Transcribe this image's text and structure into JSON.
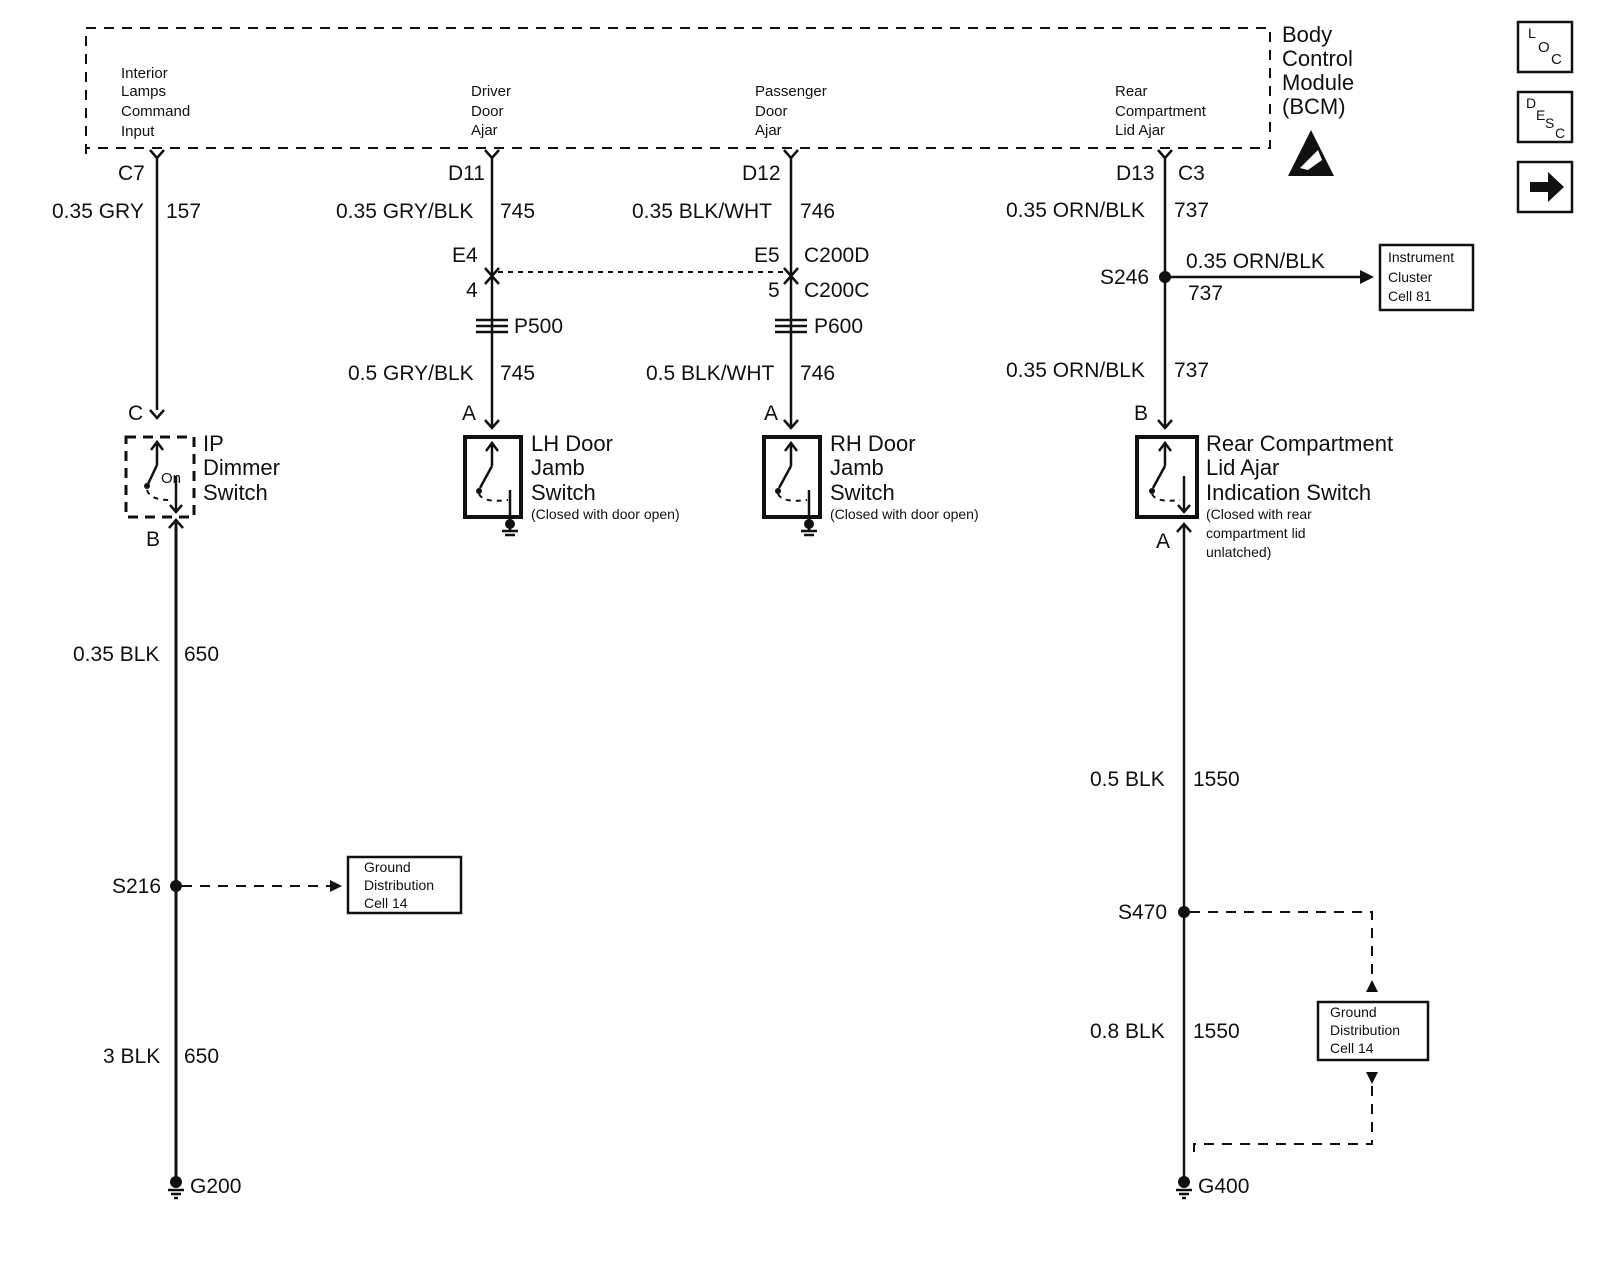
{
  "bcm": {
    "title_lines": [
      "Body",
      "Control",
      "Module",
      "(BCM)"
    ],
    "inputs": {
      "interior": [
        "Interior",
        "Lamps",
        "Command",
        "Input"
      ],
      "driver": [
        "Driver",
        "Door",
        "Ajar"
      ],
      "passenger": [
        "Passenger",
        "Door",
        "Ajar"
      ],
      "rear": [
        "Rear",
        "Compartment",
        "Lid Ajar"
      ]
    }
  },
  "nav": {
    "loc": {
      "a": "L",
      "b": "O",
      "c": "C"
    },
    "desc": {
      "a": "D",
      "b": "E",
      "c": "S",
      "d": "C"
    },
    "next_glyph": "➡"
  },
  "circuit_interior": {
    "pin_top": "C7",
    "wire1_gauge": "0.35 GRY",
    "wire1_circuit": "157",
    "switch_pin_top": "C",
    "switch_name": [
      "IP",
      "Dimmer",
      "Switch"
    ],
    "switch_state": "On",
    "switch_pin_bottom": "B",
    "wire2_gauge": "0.35 BLK",
    "wire2_circuit": "650",
    "splice": "S216",
    "ground_ref": [
      "Ground",
      "Distribution",
      "Cell 14"
    ],
    "wire3_gauge": "3 BLK",
    "wire3_circuit": "650",
    "ground": "G200"
  },
  "circuit_driver": {
    "pin_top": "D11",
    "wire1_gauge": "0.35 GRY/BLK",
    "wire1_circuit": "745",
    "conn_pin_a": "E4",
    "conn_pin_b": "4",
    "pass_through": "P500",
    "wire2_gauge": "0.5 GRY/BLK",
    "wire2_circuit": "745",
    "switch_pin": "A",
    "switch_name": [
      "LH Door",
      "Jamb",
      "Switch"
    ],
    "switch_note": "(Closed with door open)"
  },
  "circuit_passenger": {
    "pin_top": "D12",
    "wire1_gauge": "0.35 BLK/WHT",
    "wire1_circuit": "746",
    "conn_pin_a": "E5",
    "conn_a": "C200D",
    "conn_pin_b": "5",
    "conn_b": "C200C",
    "pass_through": "P600",
    "wire2_gauge": "0.5 BLK/WHT",
    "wire2_circuit": "746",
    "switch_pin": "A",
    "switch_name": [
      "RH Door",
      "Jamb",
      "Switch"
    ],
    "switch_note": "(Closed with door open)"
  },
  "circuit_rear": {
    "pin_top_a": "D13",
    "pin_top_b": "C3",
    "wire1_gauge": "0.35 ORN/BLK",
    "wire1_circuit": "737",
    "splice": "S246",
    "branch_gauge": "0.35 ORN/BLK",
    "branch_circuit": "737",
    "branch_ref": [
      "Instrument",
      "Cluster",
      "Cell 81"
    ],
    "wire2_gauge": "0.35 ORN/BLK",
    "wire2_circuit": "737",
    "switch_pin_top": "B",
    "switch_name": [
      "Rear Compartment",
      "Lid Ajar",
      "Indication Switch"
    ],
    "switch_note": [
      "(Closed with rear",
      "compartment lid",
      "unlatched)"
    ],
    "switch_pin_bottom": "A",
    "wire3_gauge": "0.5 BLK",
    "wire3_circuit": "1550",
    "splice2": "S470",
    "ground_ref": [
      "Ground",
      "Distribution",
      "Cell 14"
    ],
    "wire4_gauge": "0.8 BLK",
    "wire4_circuit": "1550",
    "ground": "G400"
  }
}
